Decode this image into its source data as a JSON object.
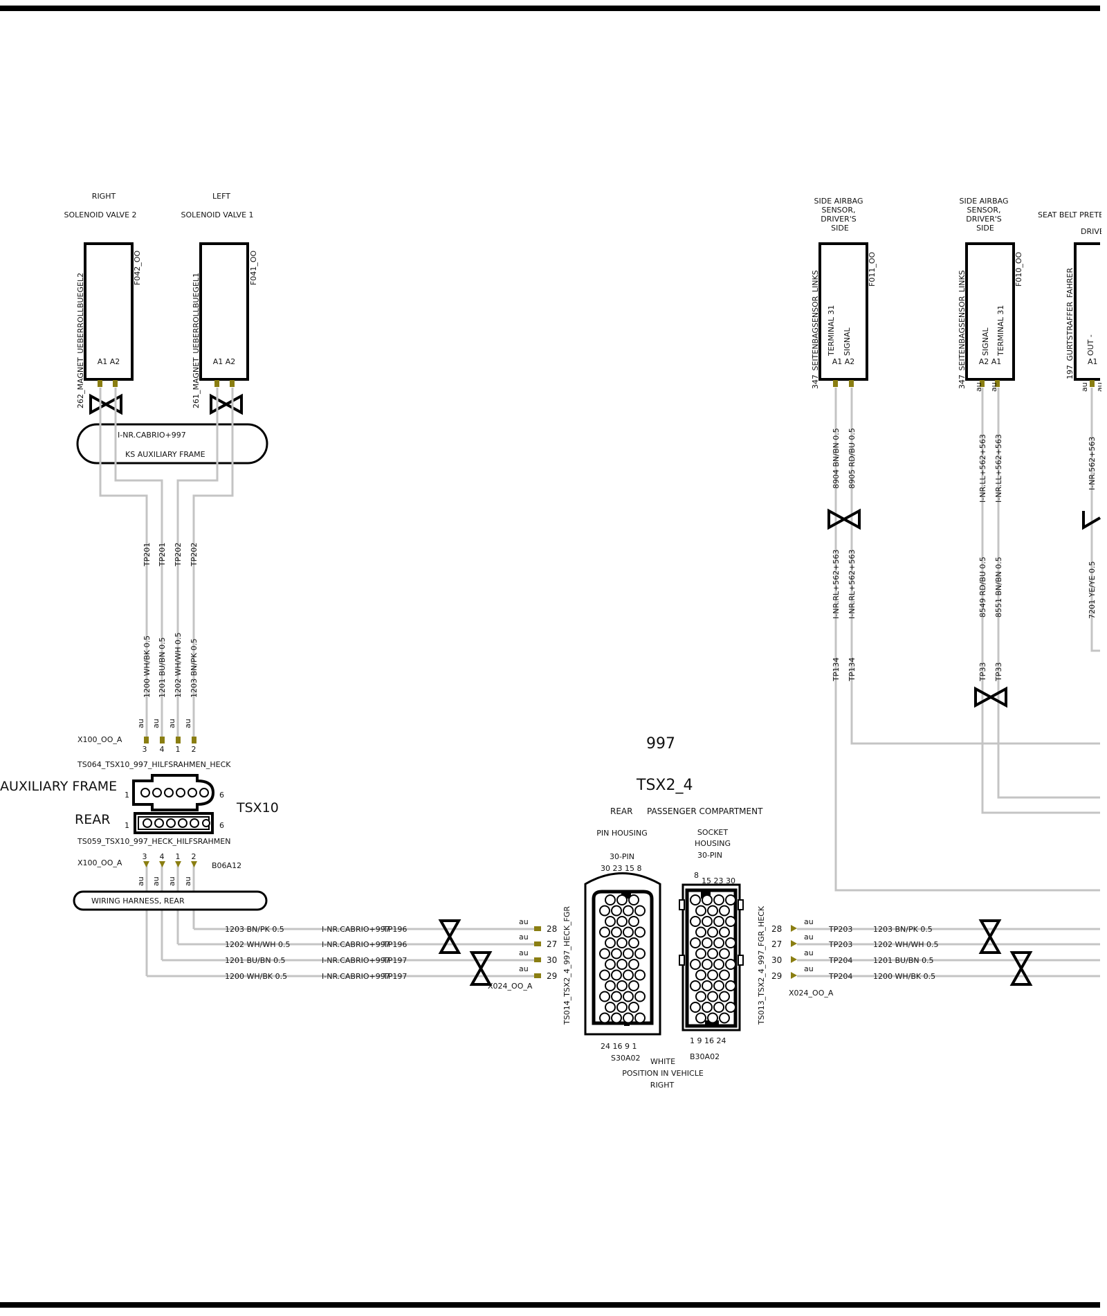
{
  "header": {
    "model": "997",
    "title": "TSX2_4"
  },
  "components": {
    "solenoid_right": {
      "position": "RIGHT",
      "name": "SOLENOID VALVE 2",
      "code": "262_MAGNET_UEBERROLLBUEGEL2",
      "id": "F042_OO",
      "pins": "A1  A2"
    },
    "solenoid_left": {
      "position": "LEFT",
      "name": "SOLENOID VALVE 1",
      "code": "261_MAGNET_UEBERROLLBUEGEL1",
      "id": "F041_OO",
      "pins": "A1  A2"
    },
    "airbag_sensor_1": {
      "name": [
        "SIDE AIRBAG",
        "SENSOR,",
        "DRIVER'S",
        "SIDE"
      ],
      "code": "347_SEITENBAGSENSOR_LINKS",
      "id": "F011_OO",
      "label_a": "TERMINAL 31",
      "label_b": "SIGNAL",
      "pins": "A1  A2"
    },
    "airbag_sensor_2": {
      "name": [
        "SIDE AIRBAG",
        "SENSOR,",
        "DRIVER'S",
        "SIDE"
      ],
      "code": "347_SEITENBAGSENSOR_LINKS",
      "id": "F010_OO",
      "label_a": "SIGNAL",
      "label_b": "TERMINAL 31",
      "pins": "A2  A1"
    },
    "belt_pretensioner": {
      "name": [
        "SEAT BELT PRETE",
        "DRIVE"
      ],
      "code": "197_GURTSTRAFFER_FAHRER",
      "label_a": "OUT -",
      "pins": "A1"
    }
  },
  "harness": {
    "ks_frame": {
      "line1": "I-NR.CABRIO+997",
      "line2": "KS AUXILIARY FRAME"
    },
    "rear": "WIRING HARNESS, REAR"
  },
  "tsx10": {
    "title": "TSX10",
    "aux_label": "AUXILIARY FRAME",
    "rear_label": "REAR",
    "top_connector": "X100_OO_A",
    "top_part": "TS064_TSX10_997_HILFSRAHMEN_HECK",
    "bottom_connector": "X100_OO_A",
    "bottom_part": "TS059_TSX10_997_HECK_HILFSRAHMEN",
    "code": "B06A12",
    "pin_numbers": [
      "3",
      "4",
      "1",
      "2"
    ],
    "pin_1": "1",
    "pin_6": "6"
  },
  "left_wires": {
    "tp": [
      "TP201",
      "TP201",
      "TP202",
      "TP202"
    ],
    "labels": [
      "1200 WH/BK 0.5",
      "1201 BU/BN 0.5",
      "1202 WH/WH 0.5",
      "1203 BN/PK 0.5"
    ],
    "au": "au"
  },
  "tsx2_4": {
    "rear": "REAR",
    "passenger": "PASSENGER COMPARTMENT",
    "pin_housing": "PIN HOUSING",
    "pin_30": "30-PIN",
    "socket_housing": [
      "SOCKET",
      "HOUSING",
      "30-PIN"
    ],
    "pin_top_numbers": "30   23   15   8",
    "socket_top_8": "8",
    "socket_top_numbers": "15  23  30",
    "pin_bottom_numbers": "24  16   9    1",
    "socket_bottom_numbers": "1   9    16  24",
    "pin_code": "S30A02",
    "socket_code": "B30A02",
    "color": "WHITE",
    "position": "POSITION IN VEHICLE",
    "side": "RIGHT",
    "left_part": "TS014_TSX2_4_997_HECK_FGR",
    "right_part": "TS013_TSX2_4_997_FGR_HECK",
    "left_connector": "X024_OO_A",
    "right_connector": "X024_OO_A",
    "pin_order": [
      "28",
      "27",
      "30",
      "29"
    ]
  },
  "bottom_left_wires": [
    {
      "label": "1203 BN/PK 0.5",
      "inr": "I-NR.CABRIO+997",
      "tp": "TP196"
    },
    {
      "label": "1202 WH/WH 0.5",
      "inr": "I-NR.CABRIO+997",
      "tp": "TP196"
    },
    {
      "label": "1201 BU/BN 0.5",
      "inr": "I-NR.CABRIO+997",
      "tp": "TP197"
    },
    {
      "label": "1200 WH/BK 0.5",
      "inr": "I-NR.CABRIO+997",
      "tp": "TP197"
    }
  ],
  "bottom_right_wires": [
    {
      "tp": "TP203",
      "label": "1203 BN/PK 0.5"
    },
    {
      "tp": "TP203",
      "label": "1202 WH/WH 0.5"
    },
    {
      "tp": "TP204",
      "label": "1201 BU/BN 0.5"
    },
    {
      "tp": "TP204",
      "label": "1200 WH/BK 0.5"
    }
  ],
  "right_wires": {
    "sensor1_w1": "8904 BN/BN 0.5",
    "sensor1_w2": "8905 RD/BU 0.5",
    "sensor1_inr": "I-NR.RL+562+563",
    "sensor1_tp": "TP134",
    "sensor2_inr": "I-NR.LL+562+563",
    "sensor2_w1": "8549 RD/BU 0.5",
    "sensor2_w2": "8551 BN/BN 0.5",
    "sensor2_tp": "TP33",
    "belt_inr": "I-NR.562+563",
    "belt_w": "7201 YE/YE 0.5"
  }
}
